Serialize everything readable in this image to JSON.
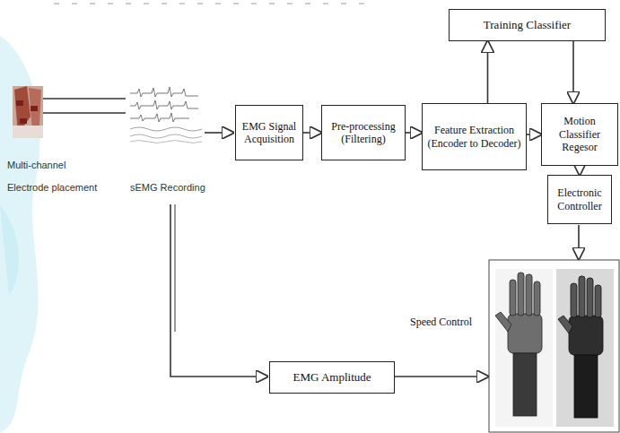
{
  "diagram": {
    "nodes": [
      {
        "text": [
          "Training Classifier"
        ]
      },
      {
        "text": [
          "EMG Signal Acquisition"
        ]
      },
      {
        "text": [
          "Pre-processing (Filtering)"
        ]
      },
      {
        "text": [
          "Feature Extraction (Encoder to Decoder)"
        ]
      },
      {
        "text": [
          "Motion Classifier Regesor"
        ]
      },
      {
        "text": [
          "Electronic Controller"
        ]
      },
      {
        "text": [
          "EMG Amplitude"
        ]
      }
    ],
    "edges": [
      {
        "from": 1,
        "to": 2,
        "arrow": "to"
      },
      {
        "from": 2,
        "to": 3,
        "arrow": "to"
      },
      {
        "from": 3,
        "to": 0,
        "arrow": "to"
      },
      {
        "from": 0,
        "to": 4,
        "arrow": "to"
      },
      {
        "from": 3,
        "to": 4,
        "arrow": "to"
      },
      {
        "from": 4,
        "to": 5,
        "arrow": "to"
      }
    ],
    "labels": [
      "Multi-channel",
      "Electrode placement",
      "sEMG Recording",
      "Speed Control"
    ]
  }
}
